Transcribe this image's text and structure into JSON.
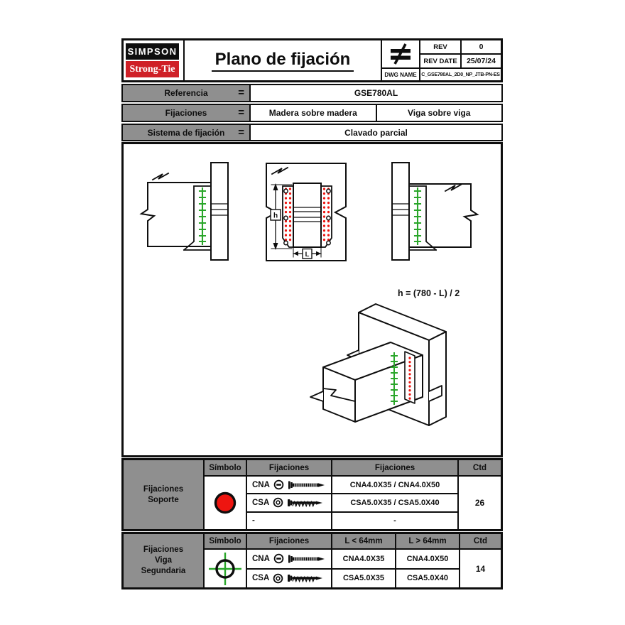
{
  "colors": {
    "accent_red": "#ee1510",
    "fastener_green": "#2aa62a",
    "header_gray": "#8f8f8f",
    "logo_red": "#cf2027",
    "line_black": "#0e0e0e"
  },
  "title_block": {
    "logo_line1": "SIMPSON",
    "logo_line2": "Strong-Tie",
    "title": "Plano de fijación",
    "projection_symbol": "≠",
    "rev": {
      "label": "REV",
      "value": "0"
    },
    "rev_date": {
      "label": "REV DATE",
      "value": "25/07/24"
    },
    "dwg": {
      "label": "DWG NAME",
      "value": "C_GSE780AL_2D0_NP_JTB-PN-ES"
    }
  },
  "info": {
    "rows": [
      {
        "label": "Referencia",
        "eq": "=",
        "value": "GSE780AL"
      },
      {
        "label": "Fijaciones",
        "eq": "=",
        "value_left": "Madera sobre madera",
        "value_right": "Viga sobre viga"
      },
      {
        "label": "Sistema de fijación",
        "eq": "=",
        "value": "Clavado parcial"
      }
    ]
  },
  "drawing": {
    "formula": "h = (780 - L) / 2",
    "dim_h_label": "h",
    "dim_L_label": "L"
  },
  "support_table": {
    "row_label": "Fijaciones\nSoporte",
    "headers": [
      "Símbolo",
      "Fijaciones",
      "Fijaciones",
      "Ctd"
    ],
    "symbol_name": "red-filled-circle",
    "rows": [
      {
        "code": "CNA",
        "spec": "CNA4.0X35 / CNA4.0X50"
      },
      {
        "code": "CSA",
        "spec": "CSA5.0X35 / CSA5.0X40"
      },
      {
        "code": "-",
        "spec": "-"
      }
    ],
    "ctd": "26"
  },
  "secondary_table": {
    "row_label": "Fijaciones\nViga\nSegundaria",
    "headers": [
      "Símbolo",
      "Fijaciones",
      "L < 64mm",
      "L > 64mm",
      "Ctd"
    ],
    "symbol_name": "green-crosshair-circle",
    "rows": [
      {
        "code": "CNA",
        "short": "CNA4.0X35",
        "long": "CNA4.0X50"
      },
      {
        "code": "CSA",
        "short": "CSA5.0X35",
        "long": "CSA5.0X40"
      }
    ],
    "ctd": "14"
  }
}
